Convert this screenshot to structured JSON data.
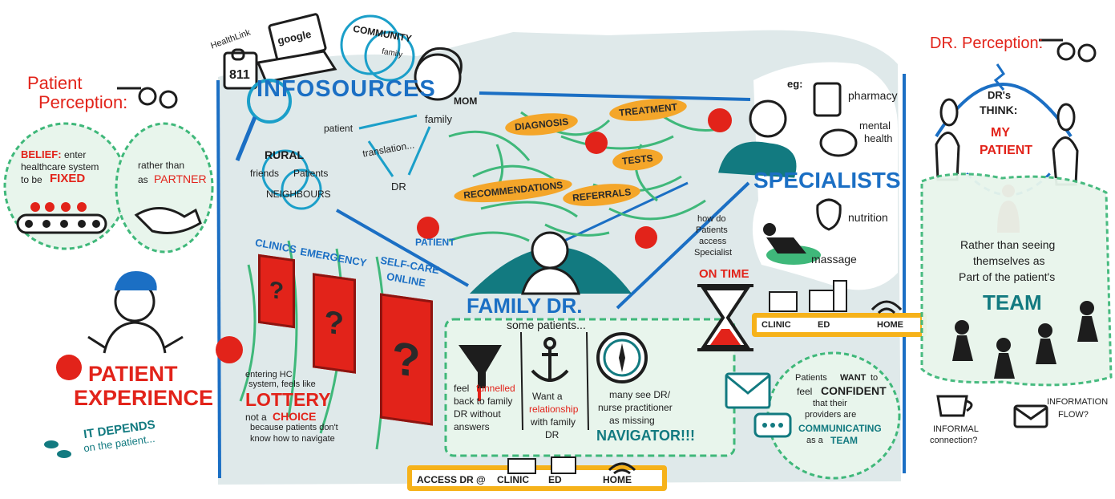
{
  "patient_perception": {
    "title_line1": "Patient",
    "title_line2": "Perception:",
    "belief_label": "BELIEF:",
    "belief_text_1": "enter",
    "belief_text_2": "healthcare system",
    "belief_text_3": "to be",
    "belief_fixed": "FIXED",
    "rather_than_1": "rather than",
    "rather_than_2": "as",
    "partner": "PARTNER"
  },
  "patient_experience": {
    "line1": "PATIENT",
    "line2": "EXPERIENCE",
    "depends_1": "IT DEPENDS",
    "depends_2": "on the patient..."
  },
  "info_sources": {
    "healthlink": "HealthLink",
    "google": "google",
    "num_811": "811",
    "community": "COMMUNITY",
    "family_small": "family",
    "mom": "MOM",
    "title": "INFOSOURCES",
    "patient": "patient",
    "family": "family",
    "translation": "translation...",
    "dr": "DR",
    "rural": "RURAL",
    "friends": "friends",
    "patients": "Patients",
    "neighbours": "NEIGHBOURS"
  },
  "access_routes": {
    "clinics": "CLINICS",
    "emergency": "EMERGENCY",
    "selfcare_1": "SELF-CARE",
    "selfcare_2": "ONLINE",
    "question_mark": "?",
    "lottery_1": "entering HC",
    "lottery_2": "system, feels like",
    "lottery": "LOTTERY",
    "not_a": "not a",
    "choice": "CHOICE",
    "lottery_4": "because patients don't",
    "lottery_5": "know how to navigate"
  },
  "family_dr": {
    "patient_label": "PATIENT",
    "diagnosis": "DIAGNOSIS",
    "treatment": "TREATMENT",
    "tests": "TESTS",
    "recommendations": "RECOMMENDATIONS",
    "referrals": "REFERRALS",
    "title": "FAMILY DR.",
    "some_patients": "some patients...",
    "col1_1": "feel",
    "col1_funnelled": "funnelled",
    "col1_2": "back to family",
    "col1_3": "DR without",
    "col1_4": "answers",
    "col2_1": "Want a",
    "col2_relationship": "relationship",
    "col2_2": "with family",
    "col2_3": "DR",
    "col3_1": "many see DR/",
    "col3_2": "nurse practitioner",
    "col3_3": "as missing",
    "navigator": "NAVIGATOR!!!",
    "access_label": "ACCESS DR @",
    "access_clinic": "CLINIC",
    "access_ed": "ED",
    "access_home": "HOME"
  },
  "specialists": {
    "eg": "eg:",
    "pharmacy": "pharmacy",
    "mental_1": "mental",
    "mental_2": "health",
    "title": "SPECIALISTS",
    "nutrition": "nutrition",
    "massage": "massage",
    "how_1": "how do",
    "how_2": "Patients",
    "how_3": "access",
    "how_4": "Specialist",
    "on_time": "ON TIME",
    "clinic": "CLINIC",
    "ed": "ED",
    "home": "HOME",
    "want_1": "Patients",
    "want_2": "WANT",
    "want_3": "to",
    "want_4": "feel",
    "confident": "CONFIDENT",
    "want_5": "that their",
    "want_6": "providers are",
    "communicating": "COMMUNICATING",
    "want_7": "as a",
    "team_word": "TEAM"
  },
  "dr_perception": {
    "title": "DR. Perception:",
    "think_1": "DR's",
    "think_2": "THINK:",
    "my": "MY",
    "patient": "PATIENT",
    "rather_1": "Rather than seeing",
    "rather_2": "themselves as",
    "rather_3": "Part of the patient's",
    "team": "TEAM",
    "informal_1": "INFORMAL",
    "informal_2": "connection?",
    "info_flow_1": "INFORMATION",
    "info_flow_2": "FLOW?"
  },
  "colors": {
    "red": "#e2231a",
    "blue": "#1b6fc4",
    "teal": "#127a80",
    "orange": "#f4a62a",
    "green": "#3fb87a",
    "panel": "#dfe9ea"
  },
  "icons": [
    "glasses-icon",
    "conveyor-belt-icon",
    "handshake-icon",
    "laptop-icon",
    "phone-lock-icon",
    "magnifier-icon",
    "mom-face-icon",
    "door-icon",
    "doctor-figure-icon",
    "funnel-icon",
    "anchor-icon",
    "compass-icon",
    "clinic-building-icon",
    "home-wifi-icon",
    "specialist-doctor-icon",
    "pill-bottle-icon",
    "brain-icon",
    "apple-icon",
    "massage-icon",
    "hourglass-icon",
    "envelope-icon",
    "chat-bubble-icon",
    "coffee-cup-icon",
    "people-team-icon"
  ]
}
